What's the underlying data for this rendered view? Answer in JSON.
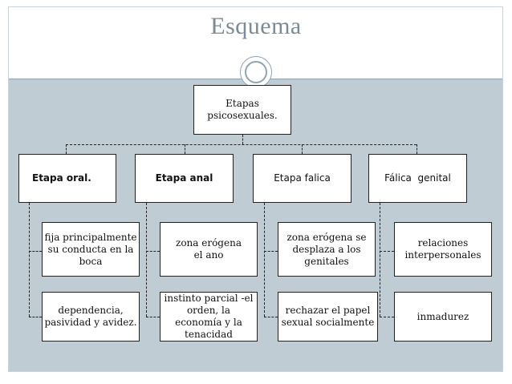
{
  "title": "Esquema",
  "diagram": {
    "root": "Etapas psicosexuales.",
    "stages": [
      {
        "label": "Etapa oral.",
        "details": [
          "fija principalmente su conducta en la boca",
          "dependencia, pasividad y avidez."
        ]
      },
      {
        "label": "Etapa anal",
        "details": [
          "zona erógena el ano",
          "instinto parcial -el orden, la economía y la tenacidad"
        ]
      },
      {
        "label": "Etapa falica",
        "details": [
          "zona erógena se desplaza a los genitales",
          "rechazar el papel sexual socialmente"
        ]
      },
      {
        "label": "Fálica  genital",
        "details": [
          "relaciones interpersonales",
          "inmadurez"
        ]
      }
    ]
  },
  "colors": {
    "band": "#bfccd4",
    "title": "#7a8a96",
    "accent": "#8ea3b0"
  }
}
